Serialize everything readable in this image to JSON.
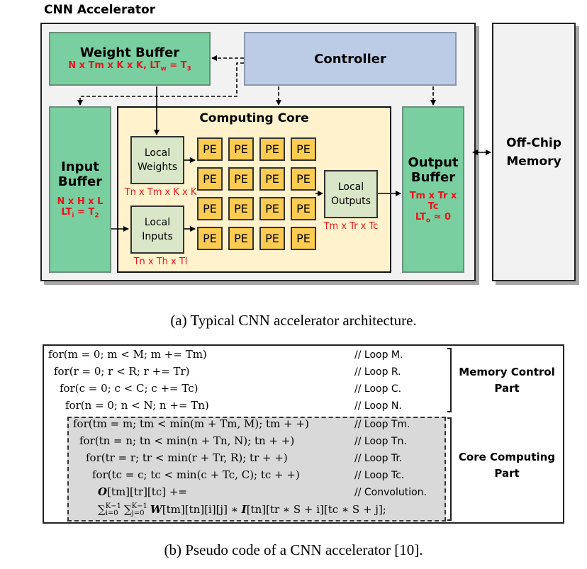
{
  "figure_a": {
    "title": "CNN Accelerator",
    "weight_buffer": {
      "label": "Weight Buffer",
      "dims": "N x Tm x K x K, LT",
      "lt_sub": "w",
      "lt_eq": " = T",
      "lt_val_sub": "3"
    },
    "controller": {
      "label": "Controller"
    },
    "input_buffer": {
      "label_line1": "Input",
      "label_line2": "Buffer",
      "dims": "N x H x L",
      "lt": "LT",
      "lt_sub": "i",
      "lt_eq": " = T",
      "lt_val_sub": "2"
    },
    "output_buffer": {
      "label_line1": "Output",
      "label_line2": "Buffer",
      "dims": "Tm x Tr x Tc",
      "lt": "LT",
      "lt_sub": "o",
      "lt_eq": " ≈ 0"
    },
    "off_chip_memory": {
      "label_line1": "Off-Chip",
      "label_line2": "Memory"
    },
    "computing_core": {
      "title": "Computing Core",
      "local_weights": {
        "line1": "Local",
        "line2": "Weights",
        "dims": "Tn x Tm x K x K"
      },
      "local_inputs": {
        "line1": "Local",
        "line2": "Inputs",
        "dims": "Tn x Th x Tl"
      },
      "local_outputs": {
        "line1": "Local",
        "line2": "Outputs",
        "dims": "Tm x Tr x Tc"
      },
      "pe_label": "PE",
      "pe_rows": 4,
      "pe_cols": 4
    },
    "caption": "(a) Typical CNN accelerator architecture."
  },
  "figure_b": {
    "memory_control_lines": [
      {
        "code": "for(m = 0; m < M; m += Tm)",
        "comment": "// Loop M."
      },
      {
        "code": "for(r = 0; r < R; r += Tr)",
        "comment": "// Loop R."
      },
      {
        "code": "for(c = 0; c < C; c += Tc)",
        "comment": "// Loop C."
      },
      {
        "code": "for(n = 0; n < N; n += Tn)",
        "comment": "// Loop N."
      }
    ],
    "core_computing_lines": [
      {
        "code": "for(tm = m; tm < min(m + Tm, M); tm + +)",
        "comment": "// Loop Tm."
      },
      {
        "code": "for(tn = n; tn < min(n + Tn, N); tn + +)",
        "comment": "// Loop Tn."
      },
      {
        "code": "for(tr = r; tr < min(r + Tr, R); tr + +)",
        "comment": "// Loop Tr."
      },
      {
        "code": "for(tc = c; tc < min(c + Tc, C); tc + +)",
        "comment": "// Loop Tc."
      },
      {
        "code": "[tm][tr][tc] +=",
        "bold_prefix": "O",
        "comment": "// Convolution."
      }
    ],
    "sum_line": {
      "sigma1": "∑",
      "sup1": "K−1",
      "sub1": "i=0",
      "sigma2": "∑",
      "sup2": "K−1",
      "sub2": "j=0",
      "w": "W",
      "w_idx": "[tm][tn][i][j] ∗ ",
      "i": "I",
      "i_idx": "[tn][tr ∗ S + i][tc ∗ S + j];"
    },
    "memory_control_label_line1": "Memory Control",
    "memory_control_label_line2": "Part",
    "core_computing_label_line1": "Core Computing",
    "core_computing_label_line2": "Part",
    "caption": "(b) Pseudo code of a CNN accelerator [10]."
  }
}
